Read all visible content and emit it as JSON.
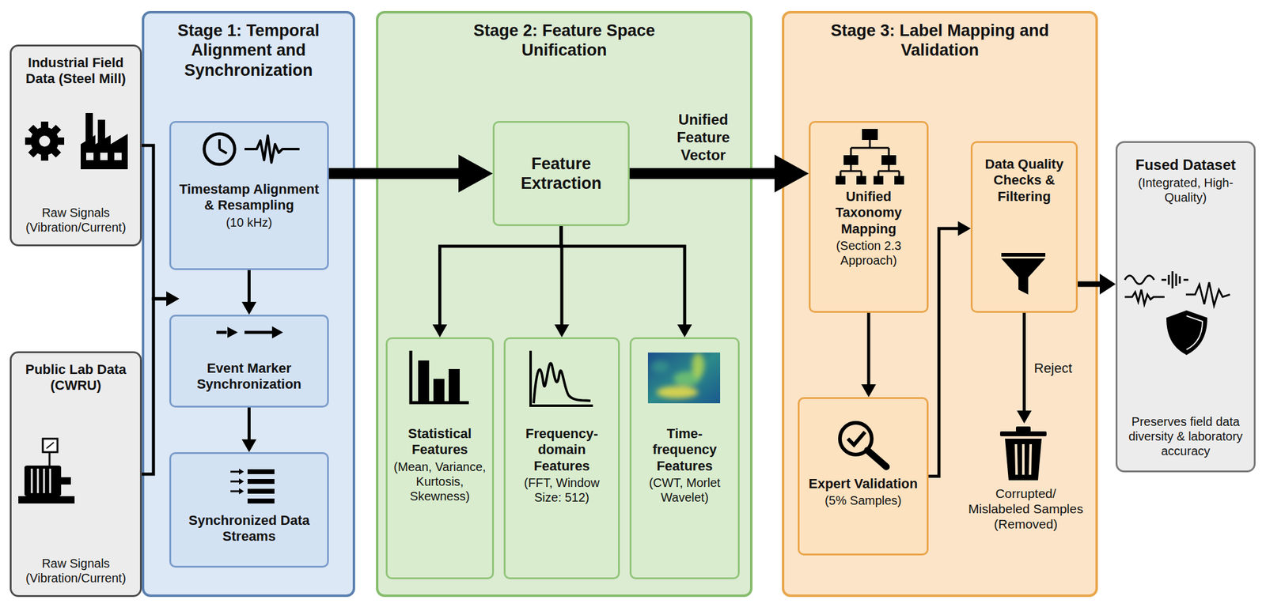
{
  "diagram": {
    "nodes": [
      {
        "text": [
          "Industrial Field Data (Steel Mill)",
          "Raw Signals (Vibration/Current)"
        ]
      },
      {
        "text": [
          "Public Lab Data (CWRU)",
          "Raw Signals (Vibration/Current)"
        ]
      },
      {
        "text": [
          "Stage 1: Temporal Alignment and Synchronization"
        ]
      },
      {
        "text": [
          "Timestamp Alignment & Resampling",
          "(10 kHz)"
        ],
        "in": 2
      },
      {
        "text": [
          "Event Marker Synchronization"
        ],
        "in": 2
      },
      {
        "text": [
          "Synchronized Data Streams"
        ],
        "in": 2
      },
      {
        "text": [
          "Stage 2: Feature Space Unification"
        ]
      },
      {
        "text": [
          "Feature Extraction"
        ],
        "in": 6
      },
      {
        "text": [
          "Statistical Features",
          "(Mean, Variance, Kurtosis, Skewness)"
        ],
        "in": 6
      },
      {
        "text": [
          "Frequency-domain Features",
          "(FFT, Window Size: 512)"
        ],
        "in": 6
      },
      {
        "text": [
          "Time-frequency Features",
          "(CWT, Morlet Wavelet)"
        ],
        "in": 6
      },
      {
        "text": [
          "Stage 3: Label Mapping and Validation"
        ]
      },
      {
        "text": [
          "Unified Taxonomy Mapping",
          "(Section 2.3 Approach)"
        ],
        "in": 11
      },
      {
        "text": [
          "Data Quality Checks & Filtering"
        ],
        "in": 11
      },
      {
        "text": [
          "Expert Validation",
          "(5% Samples)"
        ],
        "in": 11
      },
      {
        "text": [
          "Corrupted/ Mislabeled Samples (Removed)"
        ],
        "in": 11
      },
      {
        "text": [
          "Fused Dataset",
          "(Integrated, High-Quality)",
          "Preserves field data diversity & laboratory accuracy"
        ]
      }
    ],
    "edges": [
      {
        "from": 0,
        "to": 2,
        "arrow": "to"
      },
      {
        "from": 1,
        "to": 2,
        "arrow": "to"
      },
      {
        "from": 3,
        "to": 4,
        "arrow": "to"
      },
      {
        "from": 4,
        "to": 5,
        "arrow": "to"
      },
      {
        "from": 3,
        "to": 7,
        "arrow": "to"
      },
      {
        "from": 7,
        "to": 8,
        "arrow": "to"
      },
      {
        "from": 7,
        "to": 9,
        "arrow": "to"
      },
      {
        "from": 7,
        "to": 10,
        "arrow": "to"
      },
      {
        "from": 7,
        "to": 12,
        "label": "Unified Feature Vector",
        "arrow": "to"
      },
      {
        "from": 12,
        "to": 14,
        "arrow": "to"
      },
      {
        "from": 14,
        "to": 13,
        "arrow": "to"
      },
      {
        "from": 13,
        "to": 15,
        "label": "Reject",
        "arrow": "to"
      },
      {
        "from": 13,
        "to": 16,
        "arrow": "to"
      }
    ]
  }
}
